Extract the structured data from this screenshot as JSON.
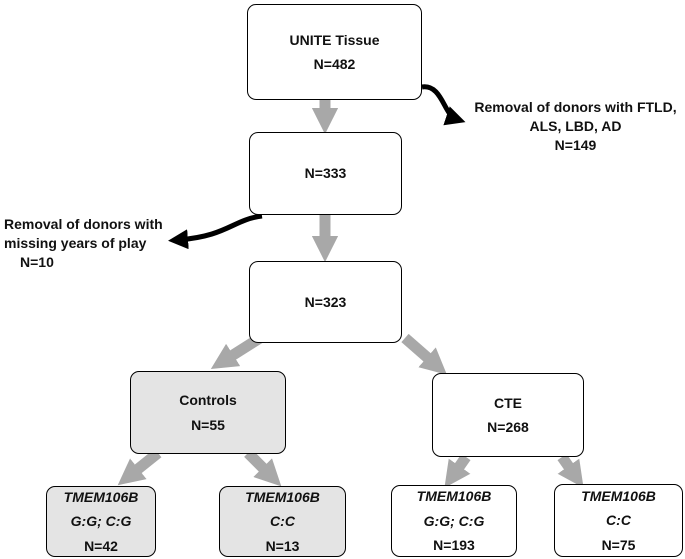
{
  "boxes": {
    "unite": {
      "title": "UNITE Tissue",
      "n": "N=482"
    },
    "n333": {
      "n": "N=333"
    },
    "n323": {
      "n": "N=323"
    },
    "controls": {
      "title": "Controls",
      "n": "N=55"
    },
    "cte": {
      "title": "CTE",
      "n": "N=268"
    },
    "ctrl_gg": {
      "gene": "TMEM106B",
      "genotype": "G:G; C:G",
      "n": "N=42"
    },
    "ctrl_cc": {
      "gene": "TMEM106B",
      "genotype": "C:C",
      "n": "N=13"
    },
    "cte_gg": {
      "gene": "TMEM106B",
      "genotype": "G:G; C:G",
      "n": "N=193"
    },
    "cte_cc": {
      "gene": "TMEM106B",
      "genotype": "C:C",
      "n": "N=75"
    }
  },
  "notes": {
    "ftld": {
      "line1": "Removal of donors with FTLD,",
      "line2": "ALS, LBD, AD",
      "n": "N=149"
    },
    "years": {
      "line1": "Removal of donors with",
      "line2": "missing years of play",
      "n": "N=10"
    }
  },
  "colors": {
    "gray_arrow": "#a8a8a8",
    "shaded_box": "#e4e4e4",
    "curved_arrow": "#000000"
  }
}
